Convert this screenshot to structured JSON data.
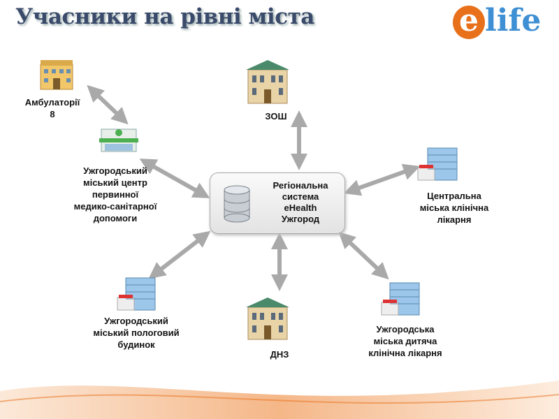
{
  "title": "Учасники на рівні міста",
  "logo": {
    "e": "e",
    "rest": "life"
  },
  "center": {
    "lines": [
      "Регіональна",
      "система",
      "eHealth",
      "Ужгород"
    ]
  },
  "nodes": {
    "ambulatories": [
      "Амбулаторії",
      "8"
    ],
    "primary_care": [
      "Ужгородський",
      "міський центр",
      "первинної",
      "медико-санітарної",
      "допомоги"
    ],
    "school": [
      "ЗОШ"
    ],
    "central_hospital": [
      "Центральна",
      "міська клінічна",
      "лікарня"
    ],
    "maternity": [
      "Ужгородський",
      "міський пологовий",
      "будинок"
    ],
    "kindergarten": [
      "ДНЗ"
    ],
    "children_hospital": [
      "Ужгородська",
      "міська дитяча",
      "клінічна лікарня"
    ]
  },
  "colors": {
    "arrow": "#a9a9a9",
    "accent": "#e8701a",
    "logo_blue": "#3f8fd4"
  }
}
